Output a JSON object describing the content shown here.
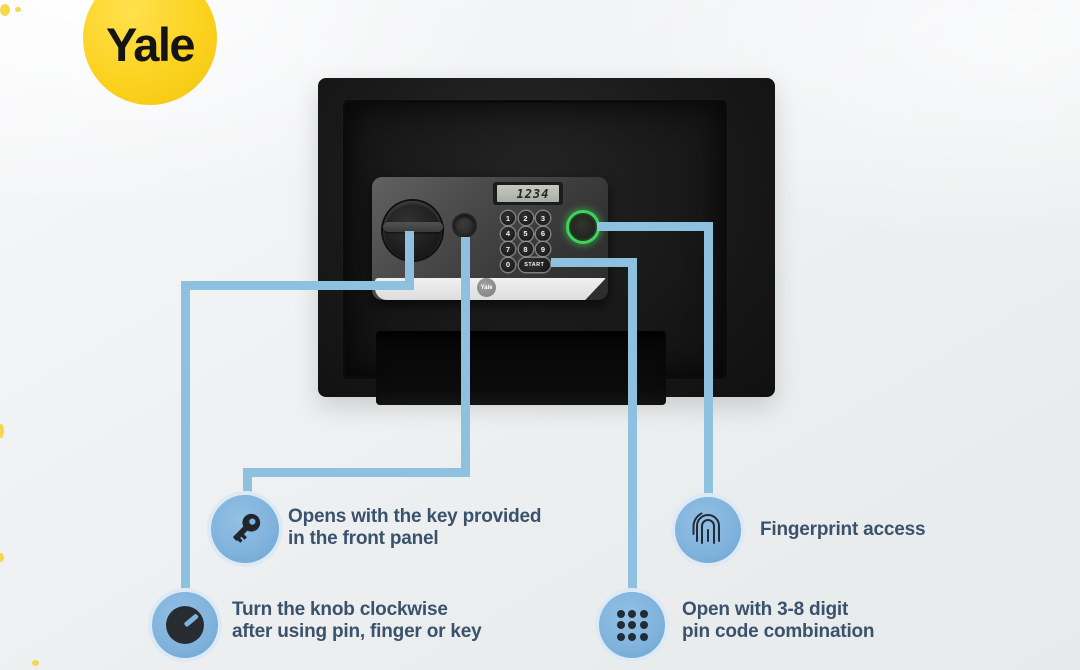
{
  "brand": {
    "logo_text": "Yale"
  },
  "safe": {
    "display_value": "1234",
    "panel_logo_text": "Yale",
    "keypad": {
      "keys": [
        "1",
        "2",
        "3",
        "4",
        "5",
        "6",
        "7",
        "8",
        "9",
        "0"
      ],
      "start_label": "START"
    }
  },
  "callouts": [
    {
      "id": "key",
      "icon": "key-icon",
      "lines": [
        "Opens with the key provided",
        "in the front panel"
      ]
    },
    {
      "id": "knob",
      "icon": "knob-icon",
      "lines": [
        "Turn the knob clockwise",
        "after using pin, finger or key"
      ]
    },
    {
      "id": "fingerprint",
      "icon": "fingerprint-icon",
      "lines": [
        "Fingerprint access"
      ]
    },
    {
      "id": "pin",
      "icon": "pin-pad-icon",
      "lines": [
        "Open with 3-8 digit",
        "pin code combination"
      ]
    }
  ],
  "colors": {
    "line": "#8ec0df",
    "callout_circle": "#7fb2dc",
    "callout_ring": "#dde9f4",
    "text": "#3a526b",
    "brand_yellow": "#f9d020",
    "green_ring": "#3ed45a",
    "icon_dark": "#222c36"
  }
}
